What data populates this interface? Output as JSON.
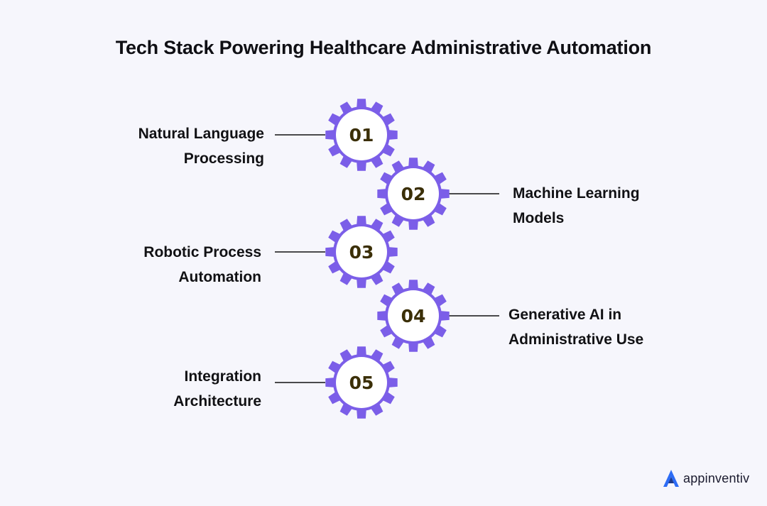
{
  "title": "Tech Stack Powering Healthcare Administrative Automation",
  "colors": {
    "gear": "#7b5ee8",
    "gear_inner": "#ffffff",
    "number": "#3b2f07",
    "connector": "#111111",
    "background": "#f6f6fc",
    "logo_accent": "#2d6cf5"
  },
  "items": [
    {
      "number": "01",
      "lines": [
        "Natural Language",
        "Processing"
      ],
      "side": "left"
    },
    {
      "number": "02",
      "lines": [
        "Machine Learning",
        "Models"
      ],
      "side": "right"
    },
    {
      "number": "03",
      "lines": [
        "Robotic Process",
        "Automation"
      ],
      "side": "left"
    },
    {
      "number": "04",
      "lines": [
        "Generative AI in",
        "Administrative Use"
      ],
      "side": "right"
    },
    {
      "number": "05",
      "lines": [
        "Integration",
        "Architecture"
      ],
      "side": "left"
    }
  ],
  "logo": {
    "text": "appinventiv",
    "icon": "appinventiv-logo-icon"
  }
}
